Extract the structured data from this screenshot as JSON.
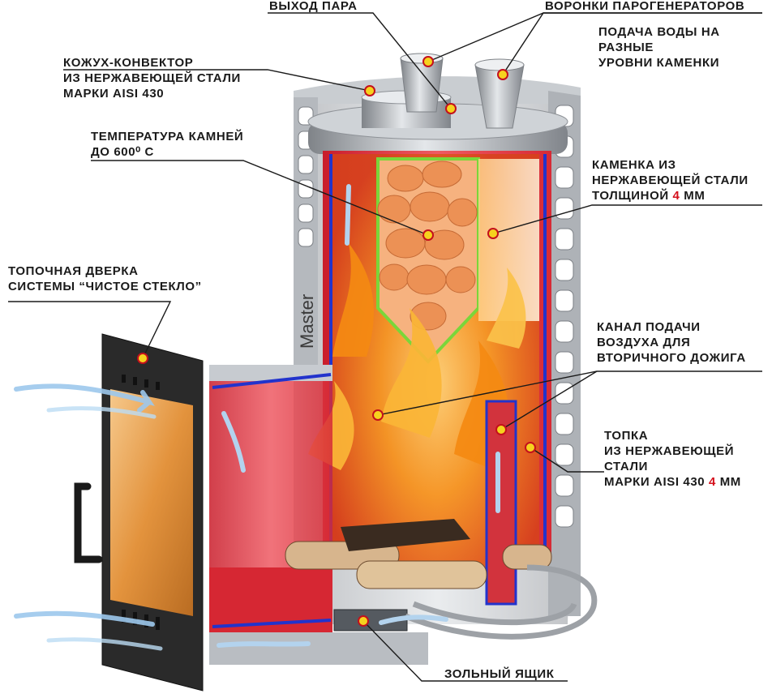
{
  "labels": {
    "steam_outlet": "ВЫХОД ПАРА",
    "funnels": "ВОРОНКИ ПАРОГЕНЕРАТОРОВ",
    "water_supply": [
      "ПОДАЧА ВОДЫ НА",
      "РАЗНЫЕ",
      "УРОВНИ КАМЕНКИ"
    ],
    "casing": [
      "КОЖУХ-КОНВЕКТОР",
      "ИЗ НЕРЖАВЕЮЩЕЙ СТАЛИ",
      "МАРКИ AISI 430"
    ],
    "stone_temp": [
      "ТЕМПЕРАТУРА КАМНЕЙ",
      "ДО 600⁰ С"
    ],
    "stone_box": [
      "КАМЕНКА ИЗ",
      "НЕРЖАВЕЮЩЕЙ СТАЛИ"
    ],
    "stone_box_thickness": {
      "pre": "ТОЛЩИНОЙ ",
      "num": "4",
      "post": " ММ"
    },
    "door": [
      "ТОПОЧНАЯ ДВЕРКА",
      "СИСТЕМЫ “ЧИСТОЕ СТЕКЛО”"
    ],
    "air_channel": [
      "КАНАЛ ПОДАЧИ",
      "ВОЗДУХА ДЛЯ",
      "ВТОРИЧНОГО ДОЖИГА"
    ],
    "firebox": [
      "ТОПКА",
      "ИЗ НЕРЖАВЕЮЩЕЙ",
      "СТАЛИ"
    ],
    "firebox_grade": {
      "pre": "МАРКИ AISI 430 ",
      "num": "4",
      "post": " ММ"
    },
    "ash_box": "ЗОЛЬНЫЙ ЯЩИК",
    "brand": "Master"
  },
  "colors": {
    "accent_red": "#d4101c",
    "marker_yellow": "#f6d21e",
    "steel": "#b9bdc2",
    "fire_orange": "#f39a1c",
    "firebox_red": "#e0262c",
    "stones": "#f0a06a",
    "inner_blue": "#2233cc",
    "stone_box_outline": "#7ad63a",
    "door_black": "#222222",
    "glass_amber": "#e6963e",
    "air_blue": "#a9cfee"
  },
  "icons": [
    "marker-dot-icon",
    "air-flow-arrow-icon",
    "flame-icon",
    "door-handle-icon"
  ]
}
